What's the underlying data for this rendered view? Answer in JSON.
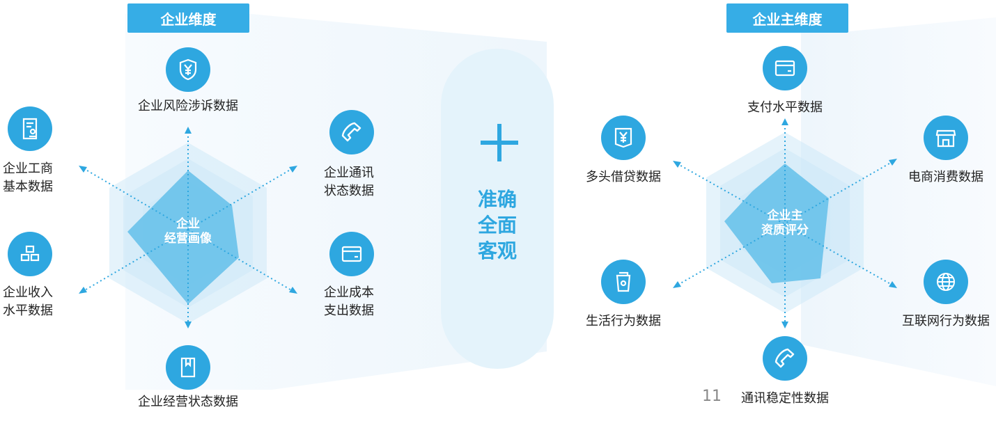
{
  "left_panel": {
    "title": "企业维度",
    "center_label": [
      "企业",
      "经营画像"
    ],
    "items": [
      {
        "label": "企业风险涉诉数据",
        "icon": "shield-yen-icon"
      },
      {
        "label_lines": [
          "企业工商",
          "基本数据"
        ],
        "icon": "document-icon"
      },
      {
        "label_lines": [
          "企业收入",
          "水平数据"
        ],
        "icon": "gold-bars-icon"
      },
      {
        "label_lines": [
          "企业通讯",
          "状态数据"
        ],
        "icon": "phone-icon"
      },
      {
        "label_lines": [
          "企业成本",
          "支出数据"
        ],
        "icon": "card-icon"
      },
      {
        "label": "企业经营状态数据",
        "icon": "book-icon"
      }
    ]
  },
  "middle": {
    "symbol": "plus",
    "lines": [
      "准确",
      "全面",
      "客观"
    ]
  },
  "right_panel": {
    "title": "企业主维度",
    "center_label": [
      "企业主",
      "资质评分"
    ],
    "items": [
      {
        "label": "支付水平数据",
        "icon": "card-icon"
      },
      {
        "label": "多头借贷数据",
        "icon": "yen-screen-icon"
      },
      {
        "label": "生活行为数据",
        "icon": "cup-icon"
      },
      {
        "label": "电商消费数据",
        "icon": "store-icon"
      },
      {
        "label": "互联网行为数据",
        "icon": "globe-icon"
      },
      {
        "label": "通讯稳定性数据",
        "icon": "phone-icon"
      }
    ]
  },
  "page_number": "11",
  "colors": {
    "accent": "#2ea7e0",
    "badge": "#36ade6",
    "pill": "#e4f3fb"
  }
}
